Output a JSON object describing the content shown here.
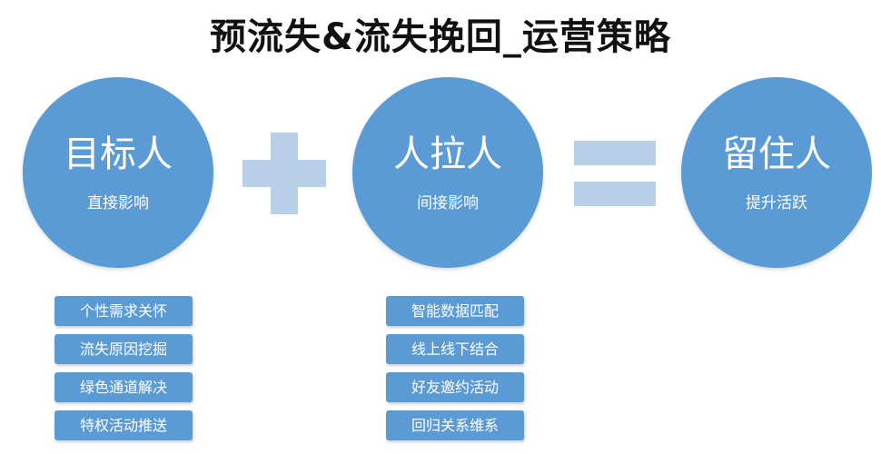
{
  "title": "预流失&流失挽回_运营策略",
  "circles": [
    {
      "main": "目标人",
      "sub": "直接影响"
    },
    {
      "main": "人拉人",
      "sub": "间接影响"
    },
    {
      "main": "留住人",
      "sub": "提升活跃"
    }
  ],
  "operators": {
    "plus": "plus",
    "equals": "equals"
  },
  "left_tags": [
    "个性需求关怀",
    "流失原因挖掘",
    "绿色通道解决",
    "特权活动推送"
  ],
  "middle_tags": [
    "智能数据匹配",
    "线上线下结合",
    "好友邀约活动",
    "回归关系维系"
  ],
  "colors": {
    "circle": "#5b9bd5",
    "operator": "#b8cfe8",
    "tag": "#5b9bd5",
    "title": "#111111"
  }
}
